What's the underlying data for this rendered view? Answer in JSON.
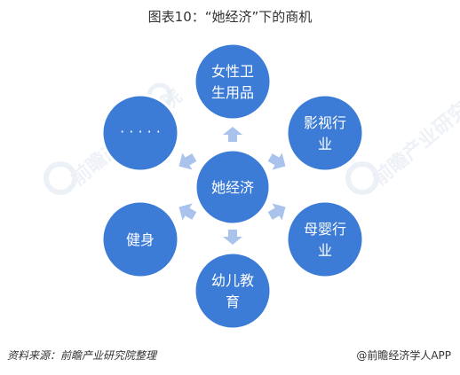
{
  "title": "图表10：“她经济”下的商机",
  "center": {
    "label": "她经济"
  },
  "nodes": [
    {
      "id": "top",
      "line1": "女性卫",
      "line2": "生用品"
    },
    {
      "id": "upper-right",
      "line1": "影视行",
      "line2": "业"
    },
    {
      "id": "lower-right",
      "line1": "母婴行",
      "line2": "业"
    },
    {
      "id": "bottom",
      "line1": "幼儿教",
      "line2": "育"
    },
    {
      "id": "lower-left",
      "line1": "健身",
      "line2": ""
    },
    {
      "id": "upper-left",
      "line1": "· · · · ·",
      "line2": ""
    }
  ],
  "watermark": {
    "text": "前瞻产业研究院"
  },
  "footer": {
    "source": "资料来源：前瞻产业研究院整理",
    "brand": "@前瞻经济学人APP"
  },
  "colors": {
    "circle_fill": "#3d7cd6",
    "circle_border": "#ffffff",
    "arrow": "#a9c3ec"
  }
}
